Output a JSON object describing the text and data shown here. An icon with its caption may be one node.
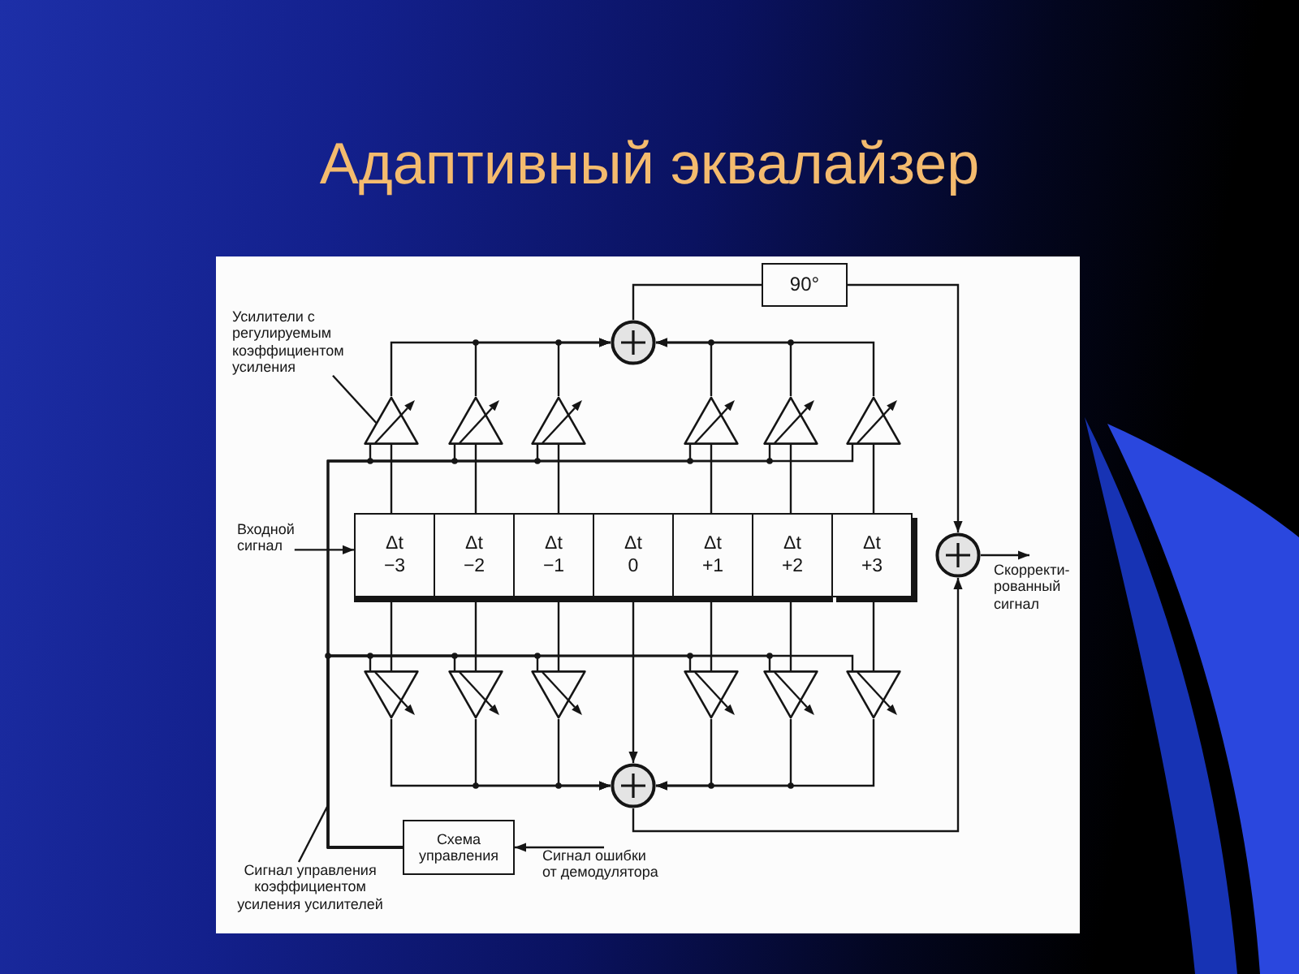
{
  "diagram": {
    "title": "Адаптивный эквалайзер",
    "nodes": [
      {
        "text": [
          "Усилители с регулируемым коэффициентом усиления"
        ]
      },
      {
        "text": [],
        "shape": "circle"
      },
      {
        "text": [
          "90°"
        ]
      },
      {
        "text": [],
        "shape": "triangle"
      },
      {
        "text": [],
        "shape": "triangle"
      },
      {
        "text": [],
        "shape": "triangle"
      },
      {
        "text": [],
        "shape": "triangle"
      },
      {
        "text": [],
        "shape": "triangle"
      },
      {
        "text": [],
        "shape": "triangle"
      },
      {
        "text": [
          "Входной сигнал"
        ]
      },
      {
        "text": [
          "Δt −3"
        ]
      },
      {
        "text": [
          "Δt −2"
        ]
      },
      {
        "text": [
          "Δt −1"
        ]
      },
      {
        "text": [
          "Δt 0"
        ]
      },
      {
        "text": [
          "Δt +1"
        ]
      },
      {
        "text": [
          "Δt +2"
        ]
      },
      {
        "text": [
          "Δt +3"
        ]
      },
      {
        "text": [],
        "shape": "circle"
      },
      {
        "text": [
          "Скорректи- рованный сигнал"
        ]
      },
      {
        "text": [],
        "shape": "triangle"
      },
      {
        "text": [],
        "shape": "triangle"
      },
      {
        "text": [],
        "shape": "triangle"
      },
      {
        "text": [],
        "shape": "triangle"
      },
      {
        "text": [],
        "shape": "triangle"
      },
      {
        "text": [],
        "shape": "triangle"
      },
      {
        "text": [],
        "shape": "circle"
      },
      {
        "text": [
          "Схема управления"
        ]
      },
      {
        "text": [
          "Сигнал ошибки от демодулятора"
        ]
      },
      {
        "text": [
          "Сигнал управления коэффициентом усиления усилителей"
        ]
      }
    ],
    "edges": [
      {
        "from": 9,
        "to": 10,
        "arrow": "to"
      },
      {
        "from": 0,
        "to": 3,
        "arrow": "none"
      },
      {
        "from": 10,
        "to": 3,
        "arrow": "none"
      },
      {
        "from": 11,
        "to": 4,
        "arrow": "none"
      },
      {
        "from": 12,
        "to": 5,
        "arrow": "none"
      },
      {
        "from": 14,
        "to": 6,
        "arrow": "none"
      },
      {
        "from": 15,
        "to": 7,
        "arrow": "none"
      },
      {
        "from": 16,
        "to": 8,
        "arrow": "none"
      },
      {
        "from": 3,
        "to": 1,
        "arrow": "to"
      },
      {
        "from": 4,
        "to": 1,
        "arrow": "to"
      },
      {
        "from": 5,
        "to": 1,
        "arrow": "to"
      },
      {
        "from": 6,
        "to": 1,
        "arrow": "to"
      },
      {
        "from": 7,
        "to": 1,
        "arrow": "to"
      },
      {
        "from": 8,
        "to": 1,
        "arrow": "to"
      },
      {
        "from": 1,
        "to": 2,
        "arrow": "none"
      },
      {
        "from": 2,
        "to": 17,
        "arrow": "to"
      },
      {
        "from": 10,
        "to": 19,
        "arrow": "none"
      },
      {
        "from": 11,
        "to": 20,
        "arrow": "none"
      },
      {
        "from": 12,
        "to": 21,
        "arrow": "none"
      },
      {
        "from": 14,
        "to": 22,
        "arrow": "none"
      },
      {
        "from": 15,
        "to": 23,
        "arrow": "none"
      },
      {
        "from": 16,
        "to": 24,
        "arrow": "none"
      },
      {
        "from": 13,
        "to": 25,
        "arrow": "to"
      },
      {
        "from": 19,
        "to": 25,
        "arrow": "to"
      },
      {
        "from": 20,
        "to": 25,
        "arrow": "to"
      },
      {
        "from": 21,
        "to": 25,
        "arrow": "to"
      },
      {
        "from": 22,
        "to": 25,
        "arrow": "to"
      },
      {
        "from": 23,
        "to": 25,
        "arrow": "to"
      },
      {
        "from": 24,
        "to": 25,
        "arrow": "to"
      },
      {
        "from": 25,
        "to": 17,
        "arrow": "to"
      },
      {
        "from": 17,
        "to": 18,
        "arrow": "to"
      },
      {
        "from": 27,
        "to": 26,
        "arrow": "to"
      },
      {
        "from": 26,
        "to": 3,
        "arrow": "none"
      },
      {
        "from": 26,
        "to": 4,
        "arrow": "none"
      },
      {
        "from": 26,
        "to": 5,
        "arrow": "none"
      },
      {
        "from": 26,
        "to": 6,
        "arrow": "none"
      },
      {
        "from": 26,
        "to": 7,
        "arrow": "none"
      },
      {
        "from": 26,
        "to": 8,
        "arrow": "none"
      },
      {
        "from": 26,
        "to": 19,
        "arrow": "none"
      },
      {
        "from": 26,
        "to": 20,
        "arrow": "none"
      },
      {
        "from": 26,
        "to": 21,
        "arrow": "none"
      },
      {
        "from": 26,
        "to": 22,
        "arrow": "none"
      },
      {
        "from": 26,
        "to": 23,
        "arrow": "none"
      },
      {
        "from": 26,
        "to": 24,
        "arrow": "none"
      },
      {
        "from": 28,
        "to": null,
        "arrow": "none"
      }
    ]
  }
}
